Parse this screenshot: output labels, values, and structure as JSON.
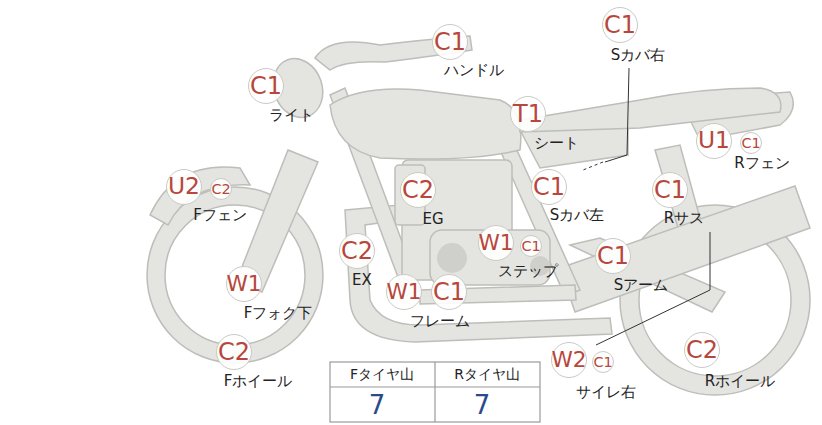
{
  "diagram": {
    "nodes": [
      {
        "text": [
          "C1"
        ]
      },
      {
        "text": [
          "C1"
        ]
      },
      {
        "text": [
          "C1"
        ]
      },
      {
        "text": [
          "T1"
        ]
      },
      {
        "text": [
          "U1"
        ]
      },
      {
        "text": [
          "C1"
        ]
      },
      {
        "text": [
          "U2"
        ]
      },
      {
        "text": [
          "C2"
        ]
      },
      {
        "text": [
          "C2"
        ]
      },
      {
        "text": [
          "C1"
        ]
      },
      {
        "text": [
          "C1"
        ]
      },
      {
        "text": [
          "W1"
        ]
      },
      {
        "text": [
          "C1"
        ]
      },
      {
        "text": [
          "C2"
        ]
      },
      {
        "text": [
          "C1"
        ]
      },
      {
        "text": [
          "W1"
        ]
      },
      {
        "text": [
          "W1"
        ]
      },
      {
        "text": [
          "C1"
        ]
      },
      {
        "text": [
          "W2"
        ]
      },
      {
        "text": [
          "C1"
        ]
      },
      {
        "text": [
          "C2"
        ]
      },
      {
        "text": [
          "C2"
        ]
      }
    ],
    "labels": [
      "Sカバ右",
      "ハンドル",
      "ライト",
      "シート",
      "Rフェン",
      "Fフェン",
      "EG",
      "Sカバ左",
      "Rサス",
      "ステップ",
      "EX",
      "Sアーム",
      "Fフォク下",
      "フレーム",
      "サイレ右",
      "Fホイール",
      "Rホイール",
      "Fタイヤ山",
      "Rタイヤ山",
      "7",
      "7"
    ]
  }
}
